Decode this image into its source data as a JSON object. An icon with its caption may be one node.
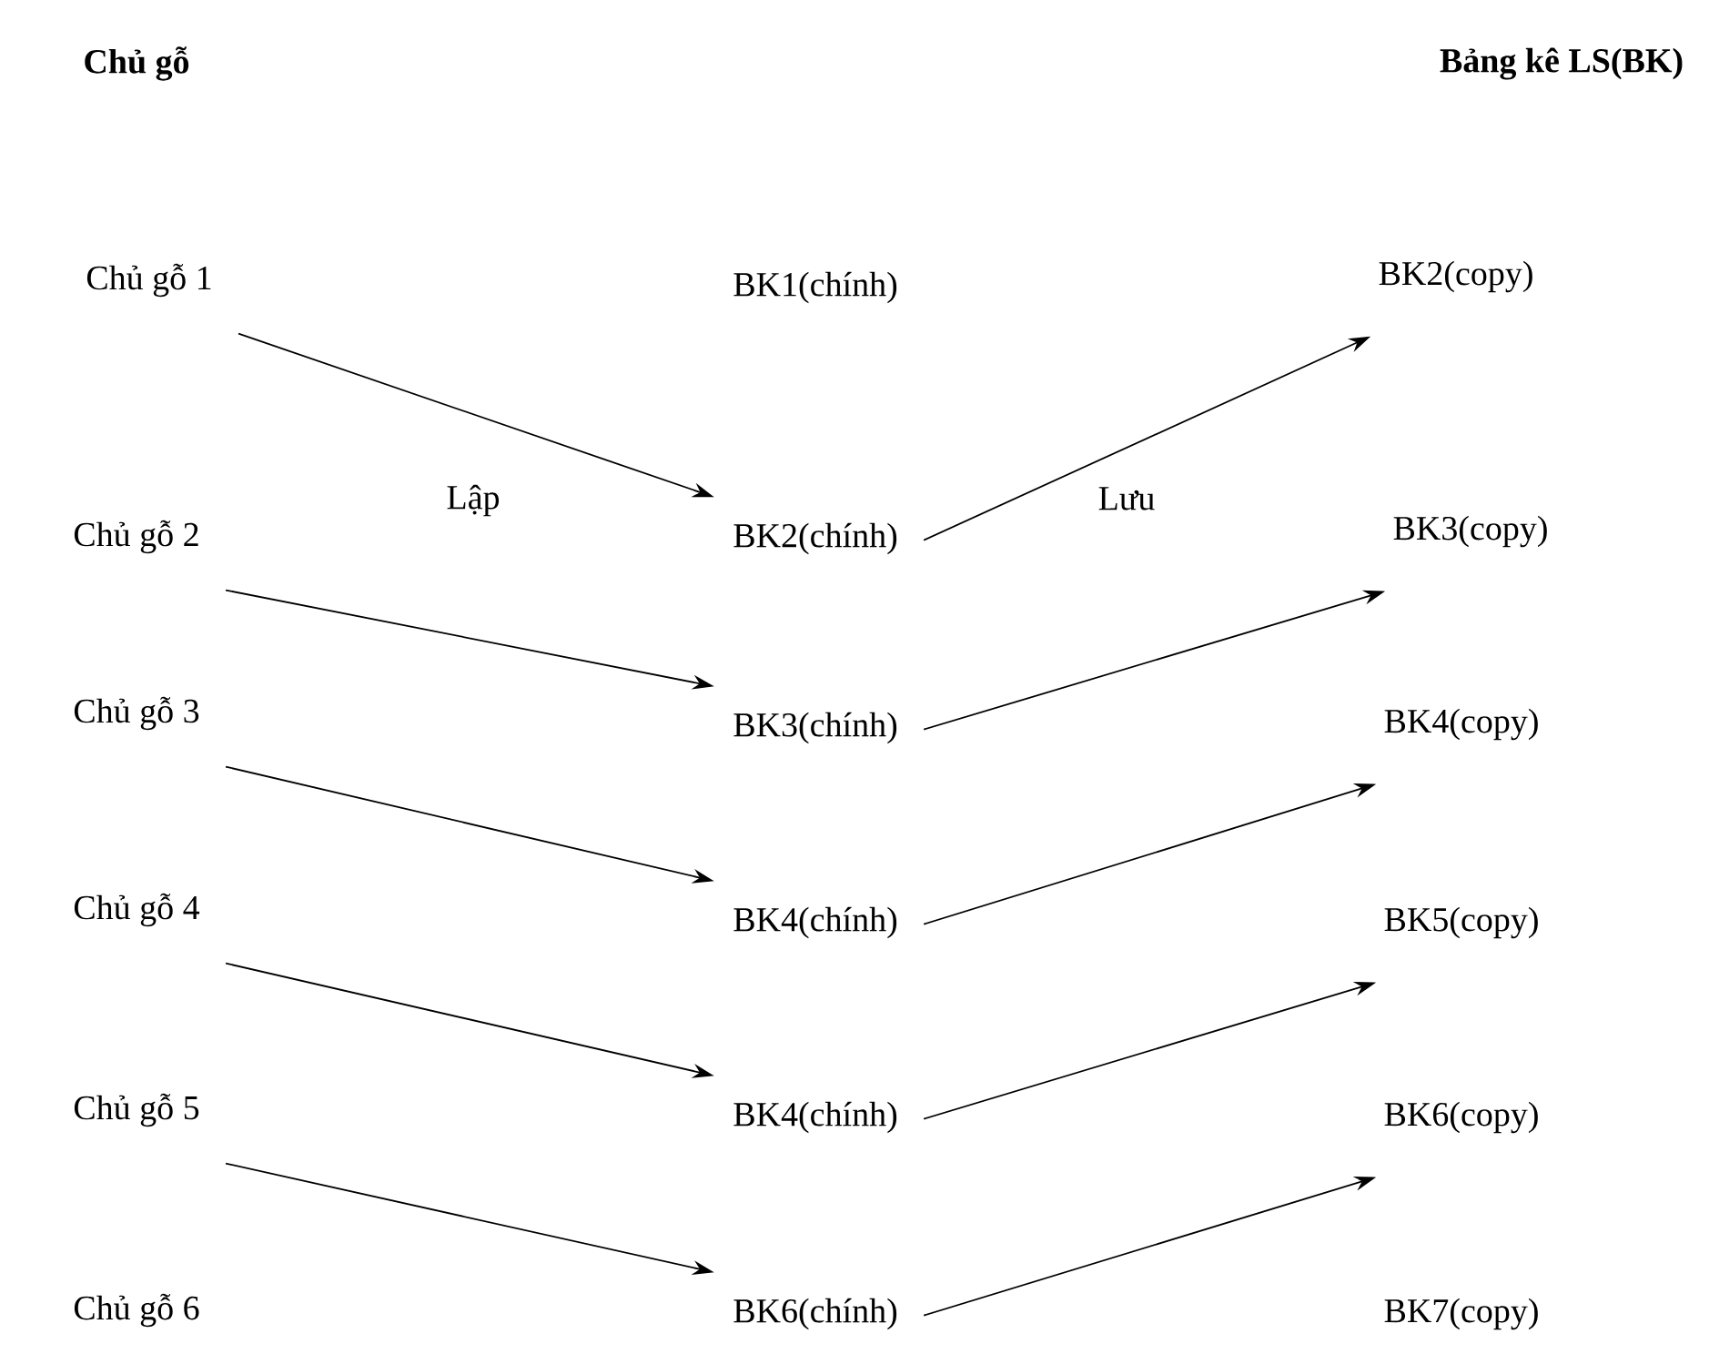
{
  "diagram": {
    "nodes": [
      {
        "text": [
          "Chủ gỗ 1"
        ]
      },
      {
        "text": [
          "Chủ gỗ 2"
        ]
      },
      {
        "text": [
          "Chủ gỗ 3"
        ]
      },
      {
        "text": [
          "Chủ gỗ 4"
        ]
      },
      {
        "text": [
          "Chủ gỗ 5"
        ]
      },
      {
        "text": [
          "Chủ gỗ 6"
        ]
      },
      {
        "text": [
          "BK1(chính)"
        ]
      },
      {
        "text": [
          "BK2(chính)"
        ]
      },
      {
        "text": [
          "BK3(chính)"
        ]
      },
      {
        "text": [
          "BK4(chính)"
        ]
      },
      {
        "text": [
          "BK4(chính)"
        ]
      },
      {
        "text": [
          "BK6(chính)"
        ]
      },
      {
        "text": [
          "BK2(copy)"
        ]
      },
      {
        "text": [
          "BK3(copy)"
        ]
      },
      {
        "text": [
          "BK4(copy)"
        ]
      },
      {
        "text": [
          "BK5(copy)"
        ]
      },
      {
        "text": [
          "BK6(copy)"
        ]
      },
      {
        "text": [
          "BK7(copy)"
        ]
      }
    ],
    "edges": [
      {
        "from": 0,
        "to": 7,
        "arrow": "to",
        "label": "Lập"
      },
      {
        "from": 1,
        "to": 8,
        "arrow": "to"
      },
      {
        "from": 2,
        "to": 9,
        "arrow": "to"
      },
      {
        "from": 3,
        "to": 10,
        "arrow": "to"
      },
      {
        "from": 4,
        "to": 11,
        "arrow": "to"
      },
      {
        "from": 7,
        "to": 12,
        "arrow": "to",
        "label": "Lưu"
      },
      {
        "from": 8,
        "to": 13,
        "arrow": "to"
      },
      {
        "from": 9,
        "to": 14,
        "arrow": "to"
      },
      {
        "from": 10,
        "to": 15,
        "arrow": "to"
      },
      {
        "from": 11,
        "to": 16,
        "arrow": "to"
      }
    ],
    "labels": [
      "Chủ gỗ",
      "Bảng kê LS(BK)"
    ]
  }
}
